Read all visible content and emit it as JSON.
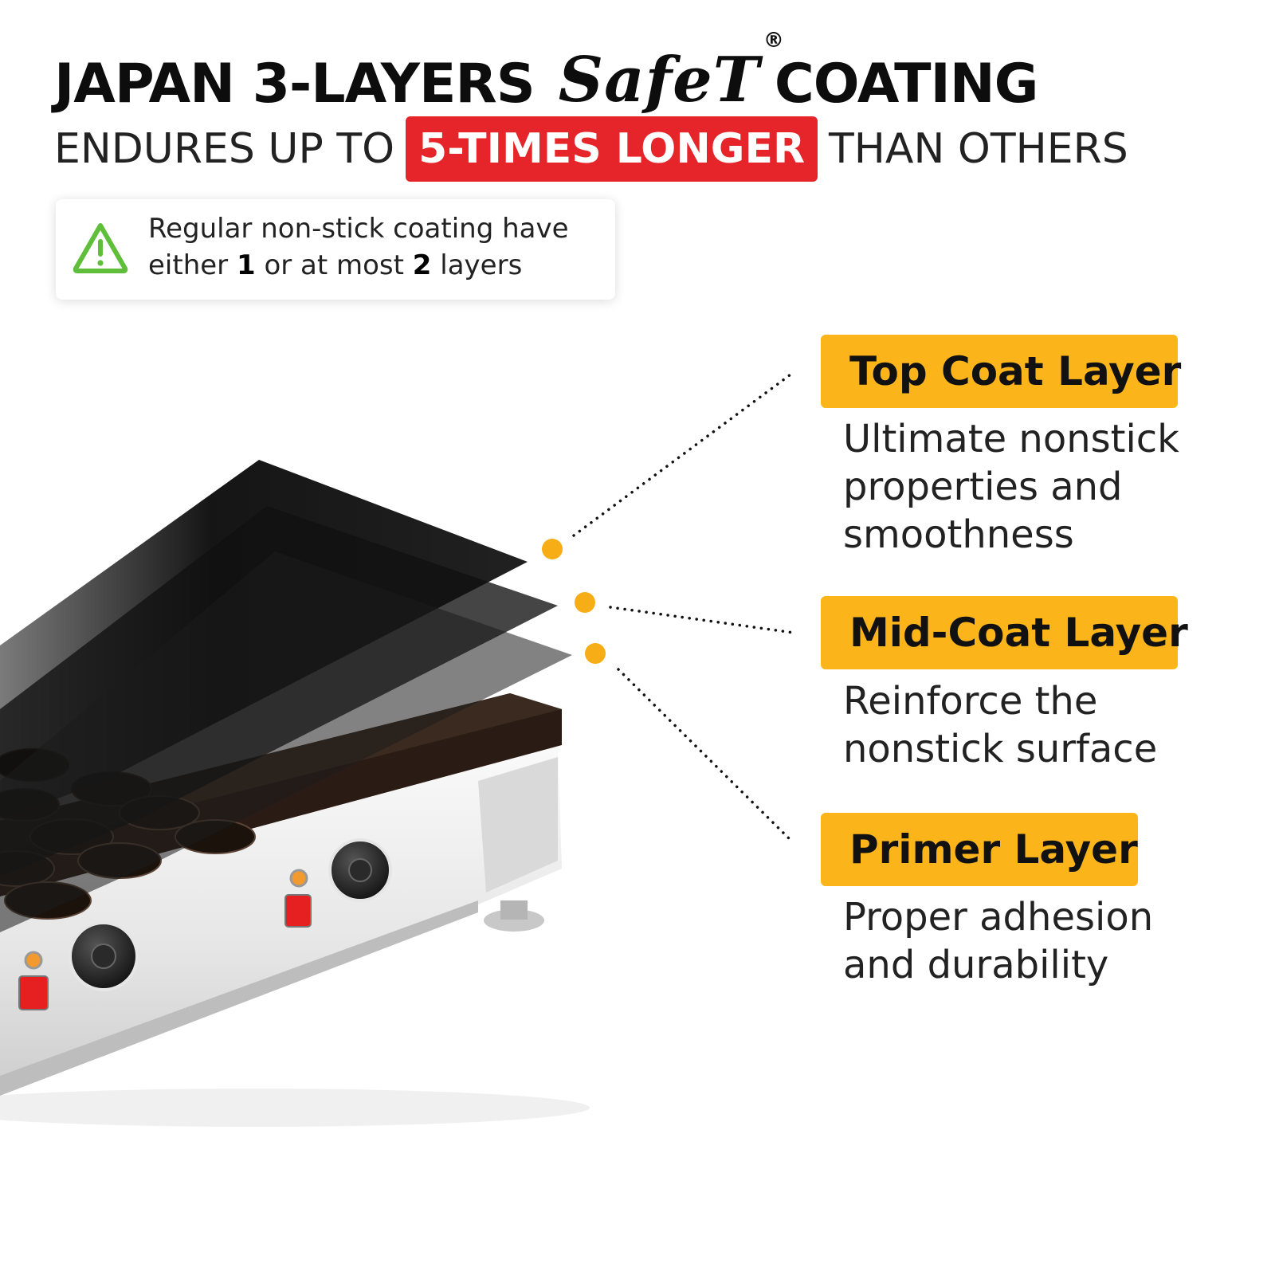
{
  "headline": {
    "prefix": "JAPAN 3-LAYERS",
    "brand": "SafeT",
    "brand_mark": "®",
    "suffix": "COATING"
  },
  "subheadline": {
    "before": "ENDURES UP TO",
    "highlight": "5-TIMES LONGER",
    "after": "THAN OTHERS"
  },
  "note": {
    "icon": "warning-triangle-icon",
    "line1": "Regular non-stick coating have",
    "line2_a": "either",
    "line2_num1": "1",
    "line2_b": "or at most",
    "line2_num2": "2",
    "line2_c": "layers"
  },
  "layers": [
    {
      "label": "Top Coat Layer",
      "desc_lines": [
        "Ultimate nonstick",
        "properties and",
        "smoothness"
      ]
    },
    {
      "label": "Mid-Coat Layer",
      "desc_lines": [
        "Reinforce the",
        "nonstick surface"
      ]
    },
    {
      "label": "Primer Layer",
      "desc_lines": [
        "Proper adhesion",
        "and durability"
      ]
    }
  ],
  "colors": {
    "accent_yellow": "#fbb51b",
    "dot_yellow": "#f6ad16",
    "highlight_red": "#e6252a",
    "warning_green": "#5fbf3a"
  }
}
